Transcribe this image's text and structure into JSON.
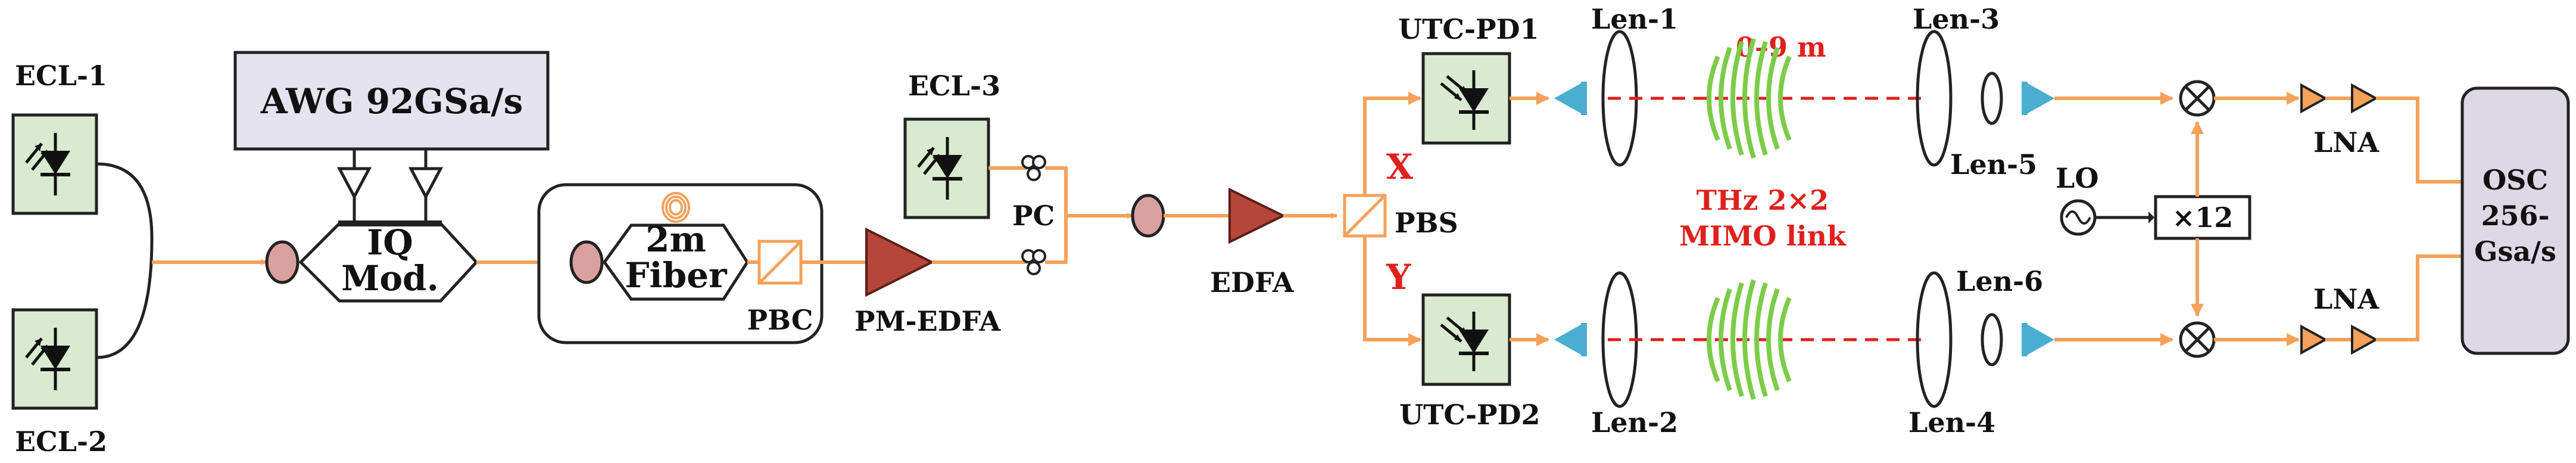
{
  "labels": {
    "ecl1": "ECL-1",
    "ecl2": "ECL-2",
    "ecl3": "ECL-3",
    "awg": "AWG 92GSa/s",
    "iq_line1": "IQ",
    "iq_line2": "Mod.",
    "fiber_line1": "2m",
    "fiber_line2": "Fiber",
    "pbc": "PBC",
    "pm_edfa": "PM-EDFA",
    "pc": "PC",
    "edfa": "EDFA",
    "pbs": "PBS",
    "x": "X",
    "y": "Y",
    "utcpd1": "UTC-PD1",
    "utcpd2": "UTC-PD2",
    "len1": "Len-1",
    "len2": "Len-2",
    "len3": "Len-3",
    "len4": "Len-4",
    "len5": "Len-5",
    "len6": "Len-6",
    "distance": "0–9 m",
    "mimo_line1": "THz 2×2",
    "mimo_line2": "MIMO link",
    "lo": "LO",
    "mult": "×12",
    "lna_top": "LNA",
    "lna_bottom": "LNA",
    "osc_line1": "OSC",
    "osc_line2": "256-",
    "osc_line3": "Gsa/s"
  },
  "colors": {
    "optical_path": "#f5a15a",
    "component_fill": "#d9ead0",
    "amplifier": "#b5473a",
    "polarization_ctrl": "#d9a0a0",
    "awg_fill": "#e6e3f0",
    "osc_fill": "#ddd7e6",
    "photodiode_blue": "#4aaed0",
    "thz_beam": "#e0201c",
    "thz_wave": "#7ccc4a",
    "lna_fill": "#f5a15a"
  }
}
